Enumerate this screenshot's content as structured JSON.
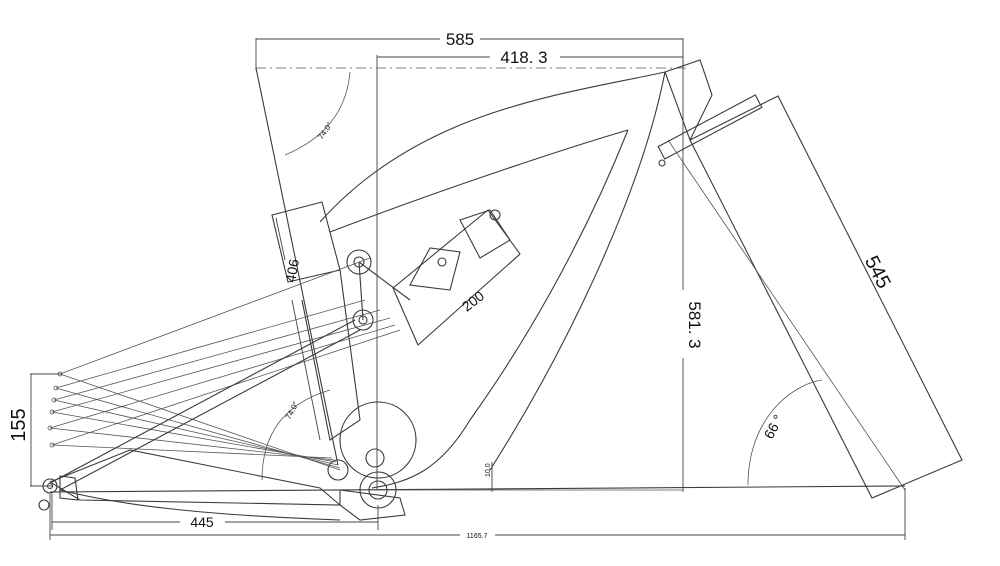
{
  "dimensions": {
    "reach_top": "585",
    "stack_top": "418. 3",
    "seat_tube": "406",
    "stack_height": "581. 3",
    "head_tube_length": "545",
    "shock_length": "200",
    "bb_drop": "155",
    "chainstay": "445",
    "wheelbase": "1165.7",
    "bb_offset": "10.0"
  },
  "angles": {
    "seat_angle_top": "74.0°",
    "seat_angle_lower": "74.0°",
    "head_angle": "66 °"
  }
}
